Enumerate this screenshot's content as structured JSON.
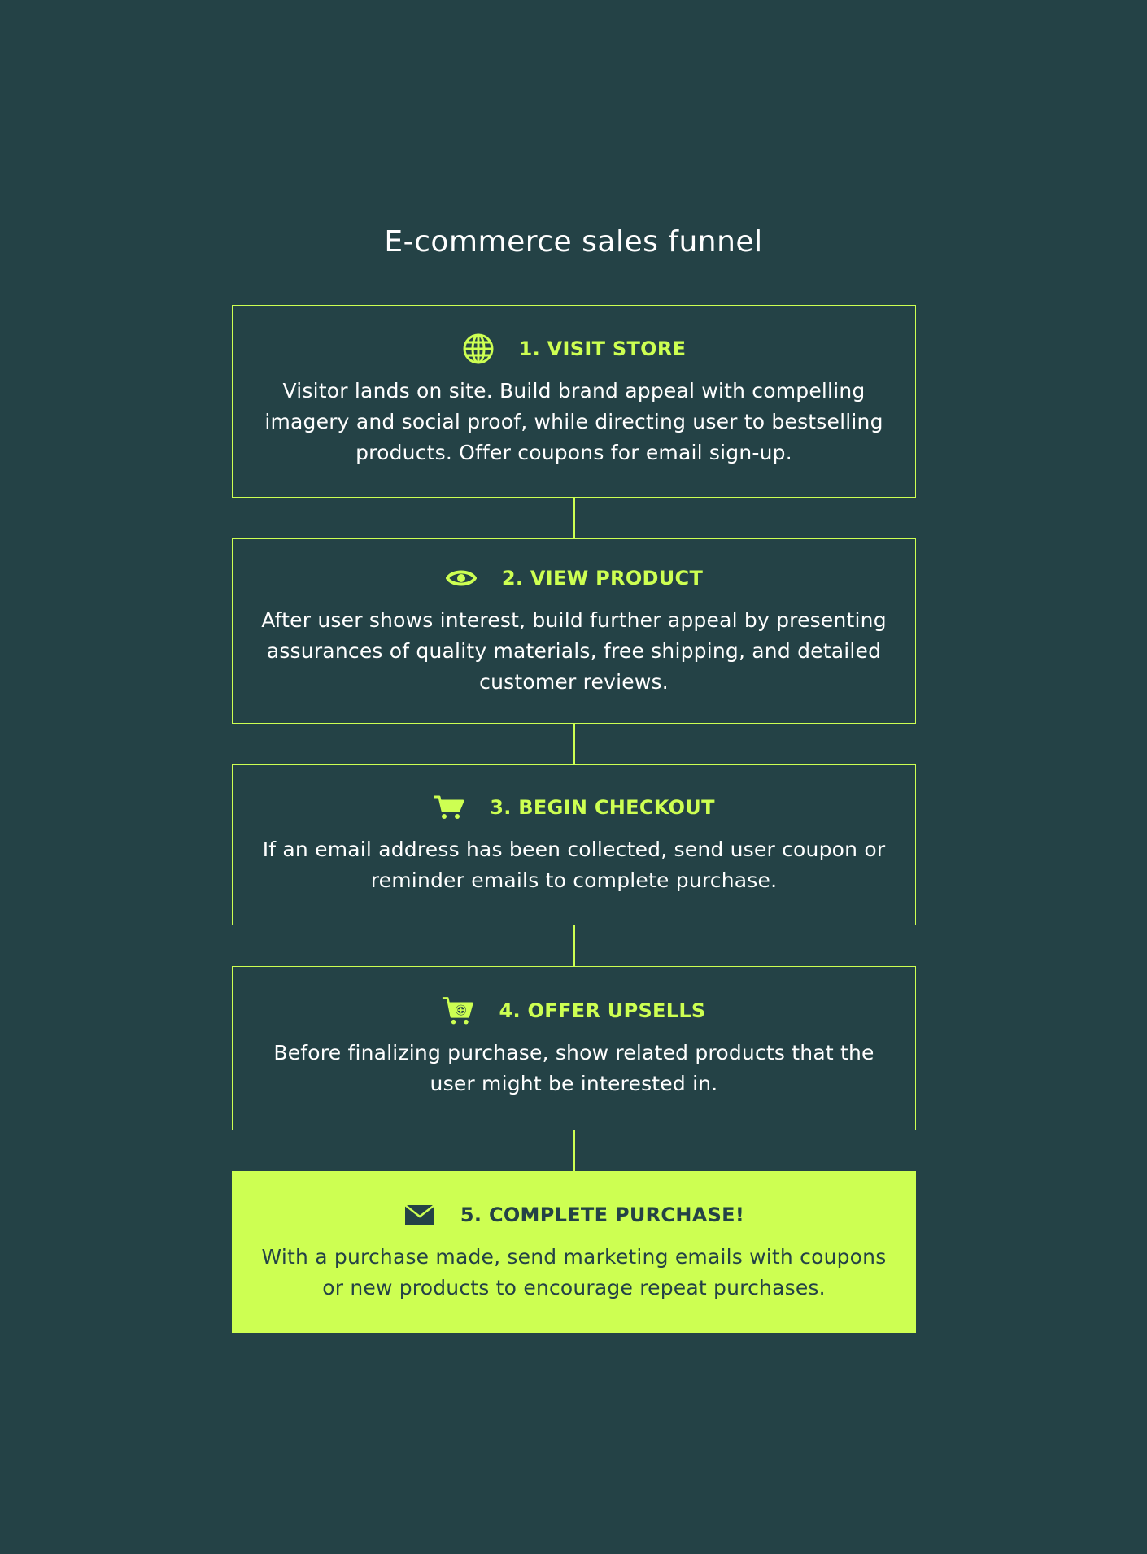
{
  "title": "E-commerce sales funnel",
  "colors": {
    "background": "#244246",
    "accent": "#cdff52",
    "text": "#ffffff"
  },
  "steps": [
    {
      "icon": "globe-icon",
      "title": "1. VISIT STORE",
      "description": "Visitor lands on site. Build brand appeal with compelling imagery and social proof, while directing user to bestselling products. Offer coupons for email sign-up."
    },
    {
      "icon": "eye-icon",
      "title": "2. VIEW PRODUCT",
      "description": "After user shows interest, build further appeal by presenting assurances of quality materials, free shipping, and detailed customer reviews."
    },
    {
      "icon": "shopping-cart-icon",
      "title": "3. BEGIN CHECKOUT",
      "description": "If an email address has been collected, send user coupon or reminder emails to complete purchase."
    },
    {
      "icon": "cart-add-icon",
      "title": "4. OFFER UPSELLS",
      "description": "Before finalizing purchase, show related products that the user might be interested in."
    },
    {
      "icon": "envelope-icon",
      "title": "5. COMPLETE PURCHASE!",
      "description": "With a purchase made, send marketing emails with coupons or new products to encourage repeat purchases."
    }
  ]
}
